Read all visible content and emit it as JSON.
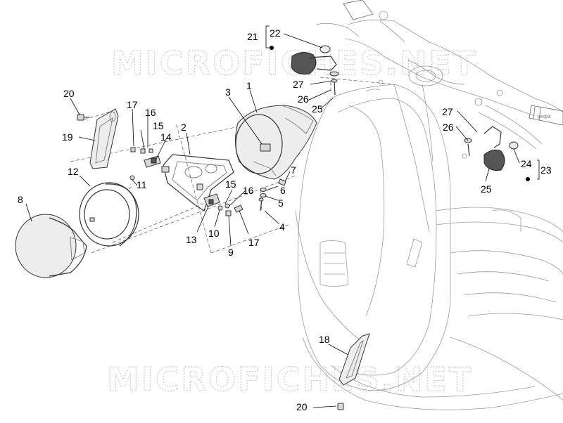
{
  "watermark": "MICROFICHES.NET",
  "callouts": {
    "c1": "1",
    "c2": "2",
    "c3": "3",
    "c4": "4",
    "c5": "5",
    "c6": "6",
    "c7": "7",
    "c8": "8",
    "c9": "9",
    "c10": "10",
    "c11": "11",
    "c12": "12",
    "c13": "13",
    "c14": "14",
    "c15a": "15",
    "c15b": "15",
    "c16a": "16",
    "c16b": "16",
    "c17a": "17",
    "c17b": "17",
    "c18": "18",
    "c19": "19",
    "c20a": "20",
    "c20b": "20",
    "c21": "21",
    "c22": "22",
    "c23": "23",
    "c24": "24",
    "c25a": "25",
    "c25b": "25",
    "c26a": "26",
    "c26b": "26",
    "c27a": "27",
    "c27b": "27"
  },
  "handlebar_brand": "Vespa"
}
